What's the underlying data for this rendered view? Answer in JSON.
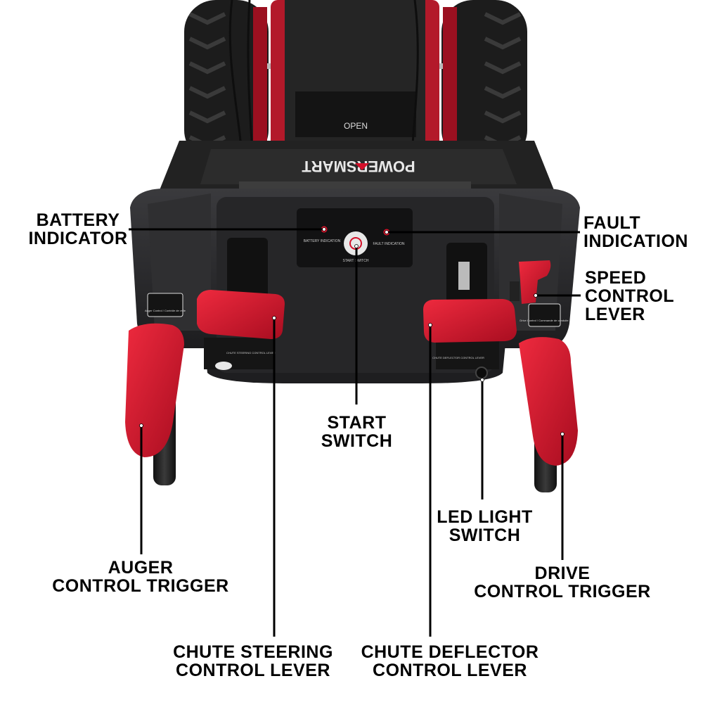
{
  "machine": {
    "brand": "POWERSMART",
    "hopper_text": "OPEN",
    "panel_battery_text": "BATTERY INDICATION",
    "panel_fault_text": "FAULT INDICATION",
    "panel_start_text": "START SWITCH",
    "left_sticker": "Auger Control / Contrôle de vrille",
    "right_sticker": "Drive Control / Commande de conduite",
    "steering_plate": "CHUTE STEERING CONTROL LEVER",
    "deflector_plate": "CHUTE DEFLECTOR CONTROL LEVER"
  },
  "callouts": [
    {
      "id": "battery",
      "lines": [
        "BATTERY",
        "INDICATOR"
      ]
    },
    {
      "id": "fault",
      "lines": [
        "FAULT",
        "INDICATION"
      ]
    },
    {
      "id": "speed",
      "lines": [
        "SPEED",
        "CONTROL",
        "LEVER"
      ]
    },
    {
      "id": "start",
      "lines": [
        "START",
        "SWITCH"
      ]
    },
    {
      "id": "led",
      "lines": [
        "LED LIGHT",
        "SWITCH"
      ]
    },
    {
      "id": "auger",
      "lines": [
        "AUGER",
        "CONTROL TRIGGER"
      ]
    },
    {
      "id": "drive",
      "lines": [
        "DRIVE",
        "CONTROL TRIGGER"
      ]
    },
    {
      "id": "steering",
      "lines": [
        "CHUTE STEERING",
        "CONTROL LEVER"
      ]
    },
    {
      "id": "deflector",
      "lines": [
        "CHUTE DEFLECTOR",
        "CONTROL LEVER"
      ]
    }
  ],
  "colors": {
    "red": "#d4102a",
    "dark_red": "#8a0b1b",
    "body": "#2a2a2c",
    "body_dark": "#161617",
    "tire": "#1c1c1c"
  }
}
